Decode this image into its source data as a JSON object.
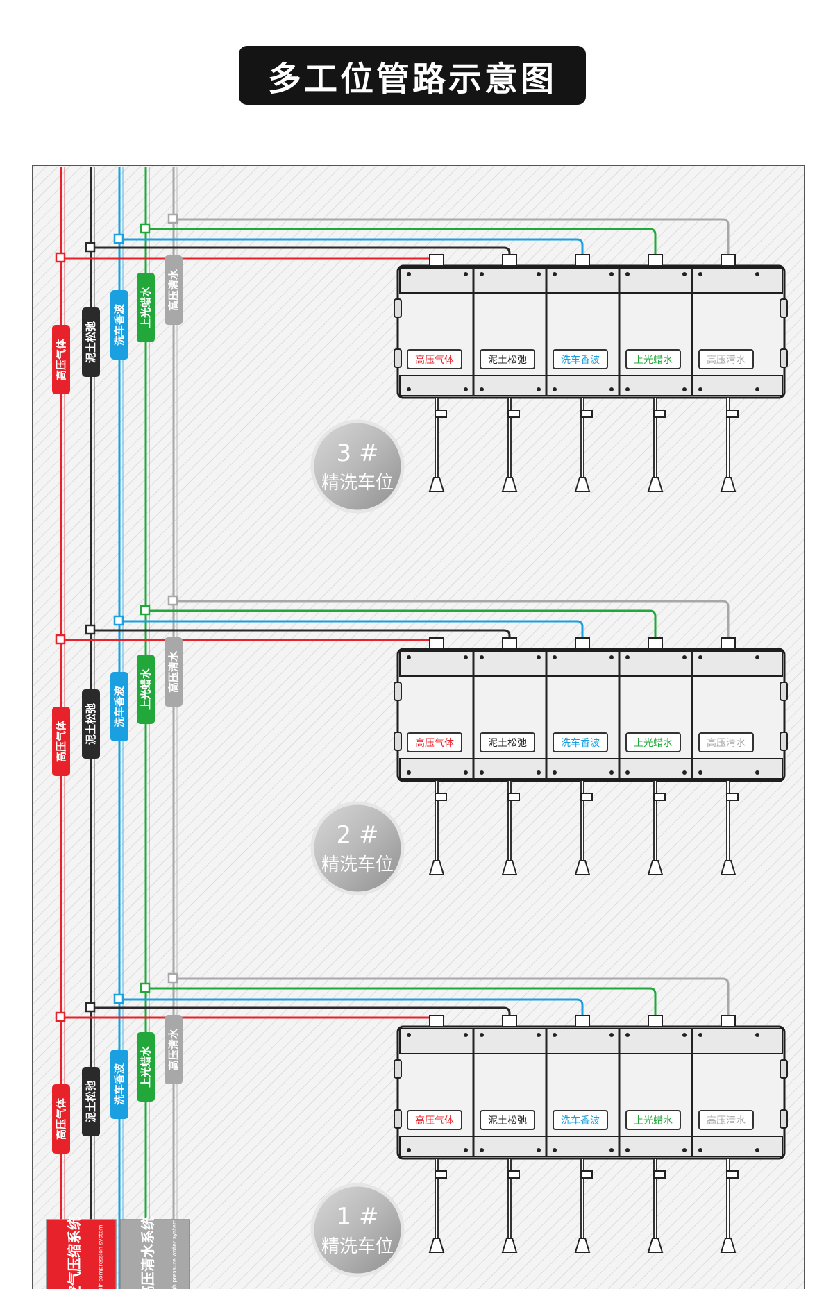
{
  "title": "多工位管路示意图",
  "pipes": [
    {
      "key": "air",
      "label": "高压气体",
      "color": "#e8222a"
    },
    {
      "key": "soil",
      "label": "泥土松弛",
      "color": "#2a2a2a"
    },
    {
      "key": "wash",
      "label": "洗车香波",
      "color": "#1aa0e0"
    },
    {
      "key": "wax",
      "label": "上光蜡水",
      "color": "#22a83a"
    },
    {
      "key": "water",
      "label": "高压清水",
      "color": "#a8a8a8"
    }
  ],
  "stations": [
    {
      "number": "3 #",
      "label": "精洗车位"
    },
    {
      "number": "2 #",
      "label": "精洗车位"
    },
    {
      "number": "1 #",
      "label": "精洗车位"
    }
  ],
  "systems": [
    {
      "label": "空气压缩系统",
      "sublabel": "air compression system",
      "color": "#e8222a"
    },
    {
      "label": "高压清水系统",
      "sublabel": "high pressure water system",
      "color": "#a8a8a8"
    }
  ],
  "colors": {
    "background_hatch": "#d9d9d9",
    "frame": "#555555",
    "unit_body": "#1e1e1e"
  }
}
